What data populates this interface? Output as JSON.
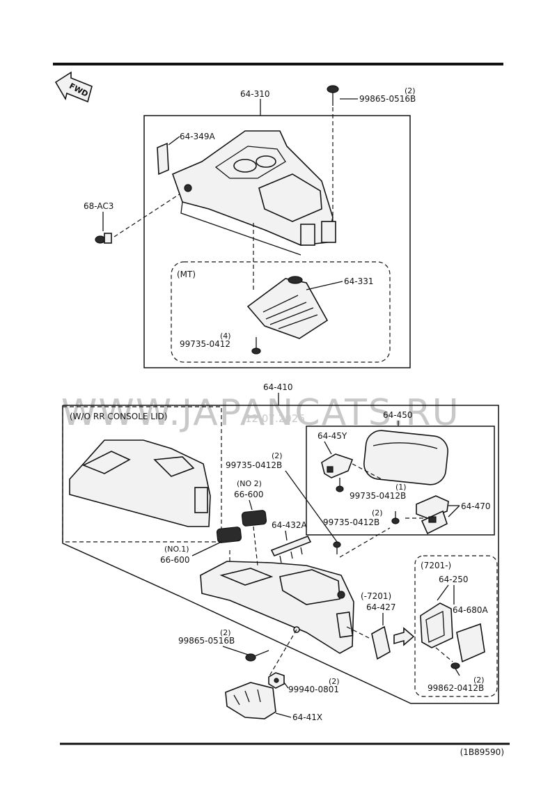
{
  "fwd_label": "FWD",
  "footer_code": "(1B89590)",
  "watermark": {
    "site": "WWW.JAPANCATS.RU",
    "date": "12.07.2026"
  },
  "upper": {
    "console_part": "64-310",
    "bolt_part": "99865-0516B",
    "bolt_qty": "(2)",
    "trim_part": "64-349A",
    "clip_part": "68-AC3",
    "mt_group": "(MT)",
    "boot_part": "64-331",
    "boot_screw_part": "99735-0412",
    "boot_screw_qty": "(4)"
  },
  "lower": {
    "console_part": "64-410",
    "wo_lid_group": "(W/O RR CONSOLE LID)",
    "lid_part": "64-450",
    "hinge_part": "64-45Y",
    "screw_a_part": "99735-0412B",
    "screw_a_qty": "(2)",
    "hinge_screw_part": "99735-0412B",
    "latch_part": "64-470",
    "latch_screw_part": "99735-0412B",
    "latch_screw_qty_1": "(1)",
    "latch_screw_qty_2": "(2)",
    "plug2_part": "66-600",
    "plug2_note": "(NO 2)",
    "plug1_part": "66-600",
    "plug1_note": "(NO.1)",
    "rail_part": "64-432A",
    "bolt_part": "99865-0516B",
    "bolt_qty": "(2)",
    "bracket_part": "64-41X",
    "nut_part": "99940-0801",
    "nut_qty": "(2)",
    "range_group": "(-7201)",
    "pocket_part": "64-427",
    "later_group": "(7201-)",
    "later_frame_part": "64-250",
    "later_pocket_part": "64-680A",
    "later_screw_part": "99862-0412B",
    "later_screw_qty": "(2)"
  }
}
